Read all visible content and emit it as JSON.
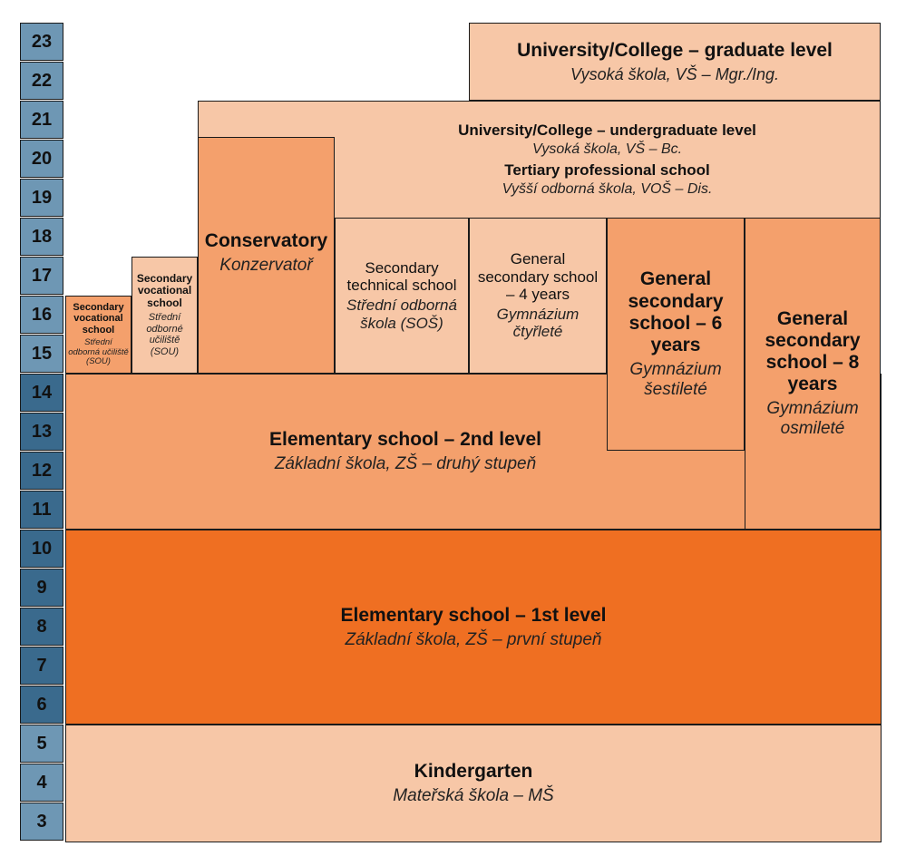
{
  "ages": [
    "23",
    "22",
    "21",
    "20",
    "19",
    "18",
    "17",
    "16",
    "15",
    "14",
    "13",
    "12",
    "11",
    "10",
    "9",
    "8",
    "7",
    "6",
    "5",
    "4",
    "3"
  ],
  "age_colors": {
    "light": "#6e97b4",
    "dark": "#3a6a8d"
  },
  "fill_colors": {
    "light": "#f7c7a7",
    "medium": "#f4a06c",
    "dark": "#ef6f22"
  },
  "boxes": {
    "graduate": {
      "title": "University/College – graduate level",
      "subtitle": "Vysoká škola, VŠ – Mgr./Ing."
    },
    "undergraduate": {
      "title": "University/College – undergraduate level",
      "subtitle": "Vysoká škola, VŠ – Bc.",
      "title2": "Tertiary professional school",
      "subtitle2": "Vyšší odborná škola, VOŠ – Dis."
    },
    "conservatory": {
      "title": "Conservatory",
      "subtitle": "Konzervatoř"
    },
    "sou_small": {
      "title": "Secondary vocational school",
      "subtitle": "Střední odborná učiliště (SOU)"
    },
    "sou": {
      "title": "Secondary vocational school",
      "subtitle": "Střední odborné učiliště (SOU)"
    },
    "sos": {
      "title": "Secondary technical school",
      "subtitle": "Střední odborná škola (SOŠ)"
    },
    "gym4": {
      "title": "General secondary school – 4 years",
      "subtitle": "Gymnázium čtyřleté"
    },
    "gym6": {
      "title": "General secondary school – 6 years",
      "subtitle": "Gymnázium šestileté"
    },
    "gym8": {
      "title": "General secondary school – 8 years",
      "subtitle": "Gymnázium osmileté"
    },
    "elem2": {
      "title": "Elementary school – 2nd level",
      "subtitle": "Základní škola, ZŠ – druhý stupeň"
    },
    "elem1": {
      "title": "Elementary school – 1st level",
      "subtitle": "Základní škola, ZŠ – první stupeň"
    },
    "kindergarten": {
      "title": "Kindergarten",
      "subtitle": "Mateřská škola – MŠ"
    }
  }
}
